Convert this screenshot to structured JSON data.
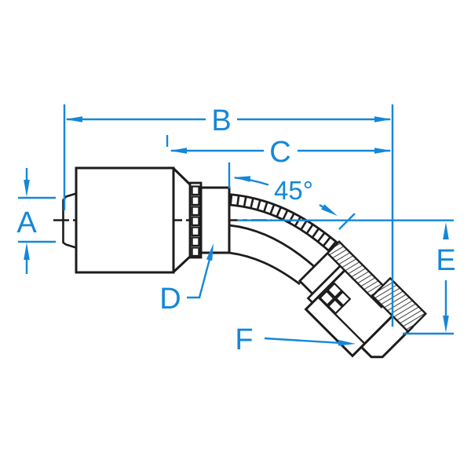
{
  "drawing": {
    "background_color": "#ffffff",
    "outline_color": "#1c1c1c",
    "dimension_color": "#1487d8",
    "labels": {
      "dim_a": "A",
      "dim_b": "B",
      "dim_c": "C",
      "dim_d": "D",
      "dim_e": "E",
      "dim_f": "F",
      "bend_angle": "45°"
    }
  }
}
